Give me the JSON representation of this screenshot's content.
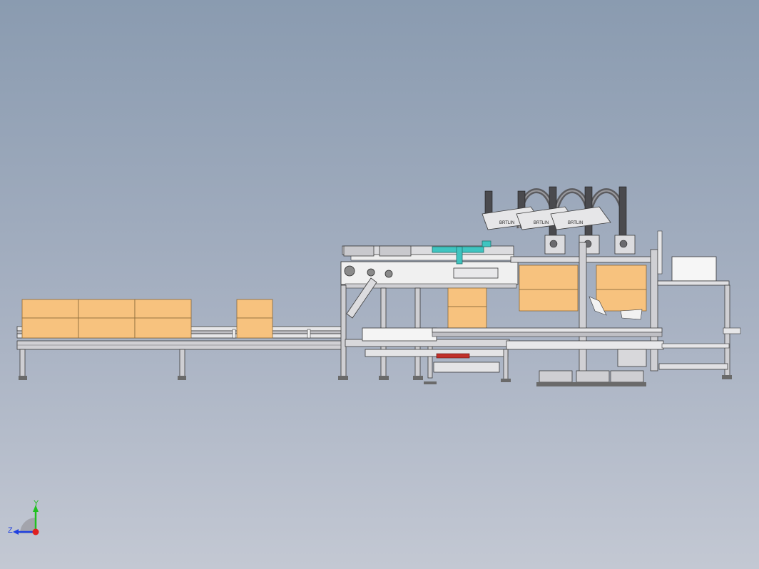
{
  "colors": {
    "background_top": "#8a9bb0",
    "background_bottom": "#c3c8d3",
    "carton": "#f7c27e",
    "carton_edge": "#8a6a3a",
    "frame": "#d9d9dc",
    "frame_edge": "#3a3a3a",
    "accent_teal": "#3fc4c0",
    "accent_red": "#c0302a",
    "axis_x": "#e02020",
    "axis_y": "#20c020",
    "axis_z": "#2040e0"
  },
  "icons": {
    "triad": "coordinate-triad-icon"
  },
  "view_triad": {
    "y_label": "Y",
    "z_label": "Z"
  },
  "robot_labels": [
    "BRTLIN",
    "BRTLIN",
    "BRTLIN"
  ]
}
